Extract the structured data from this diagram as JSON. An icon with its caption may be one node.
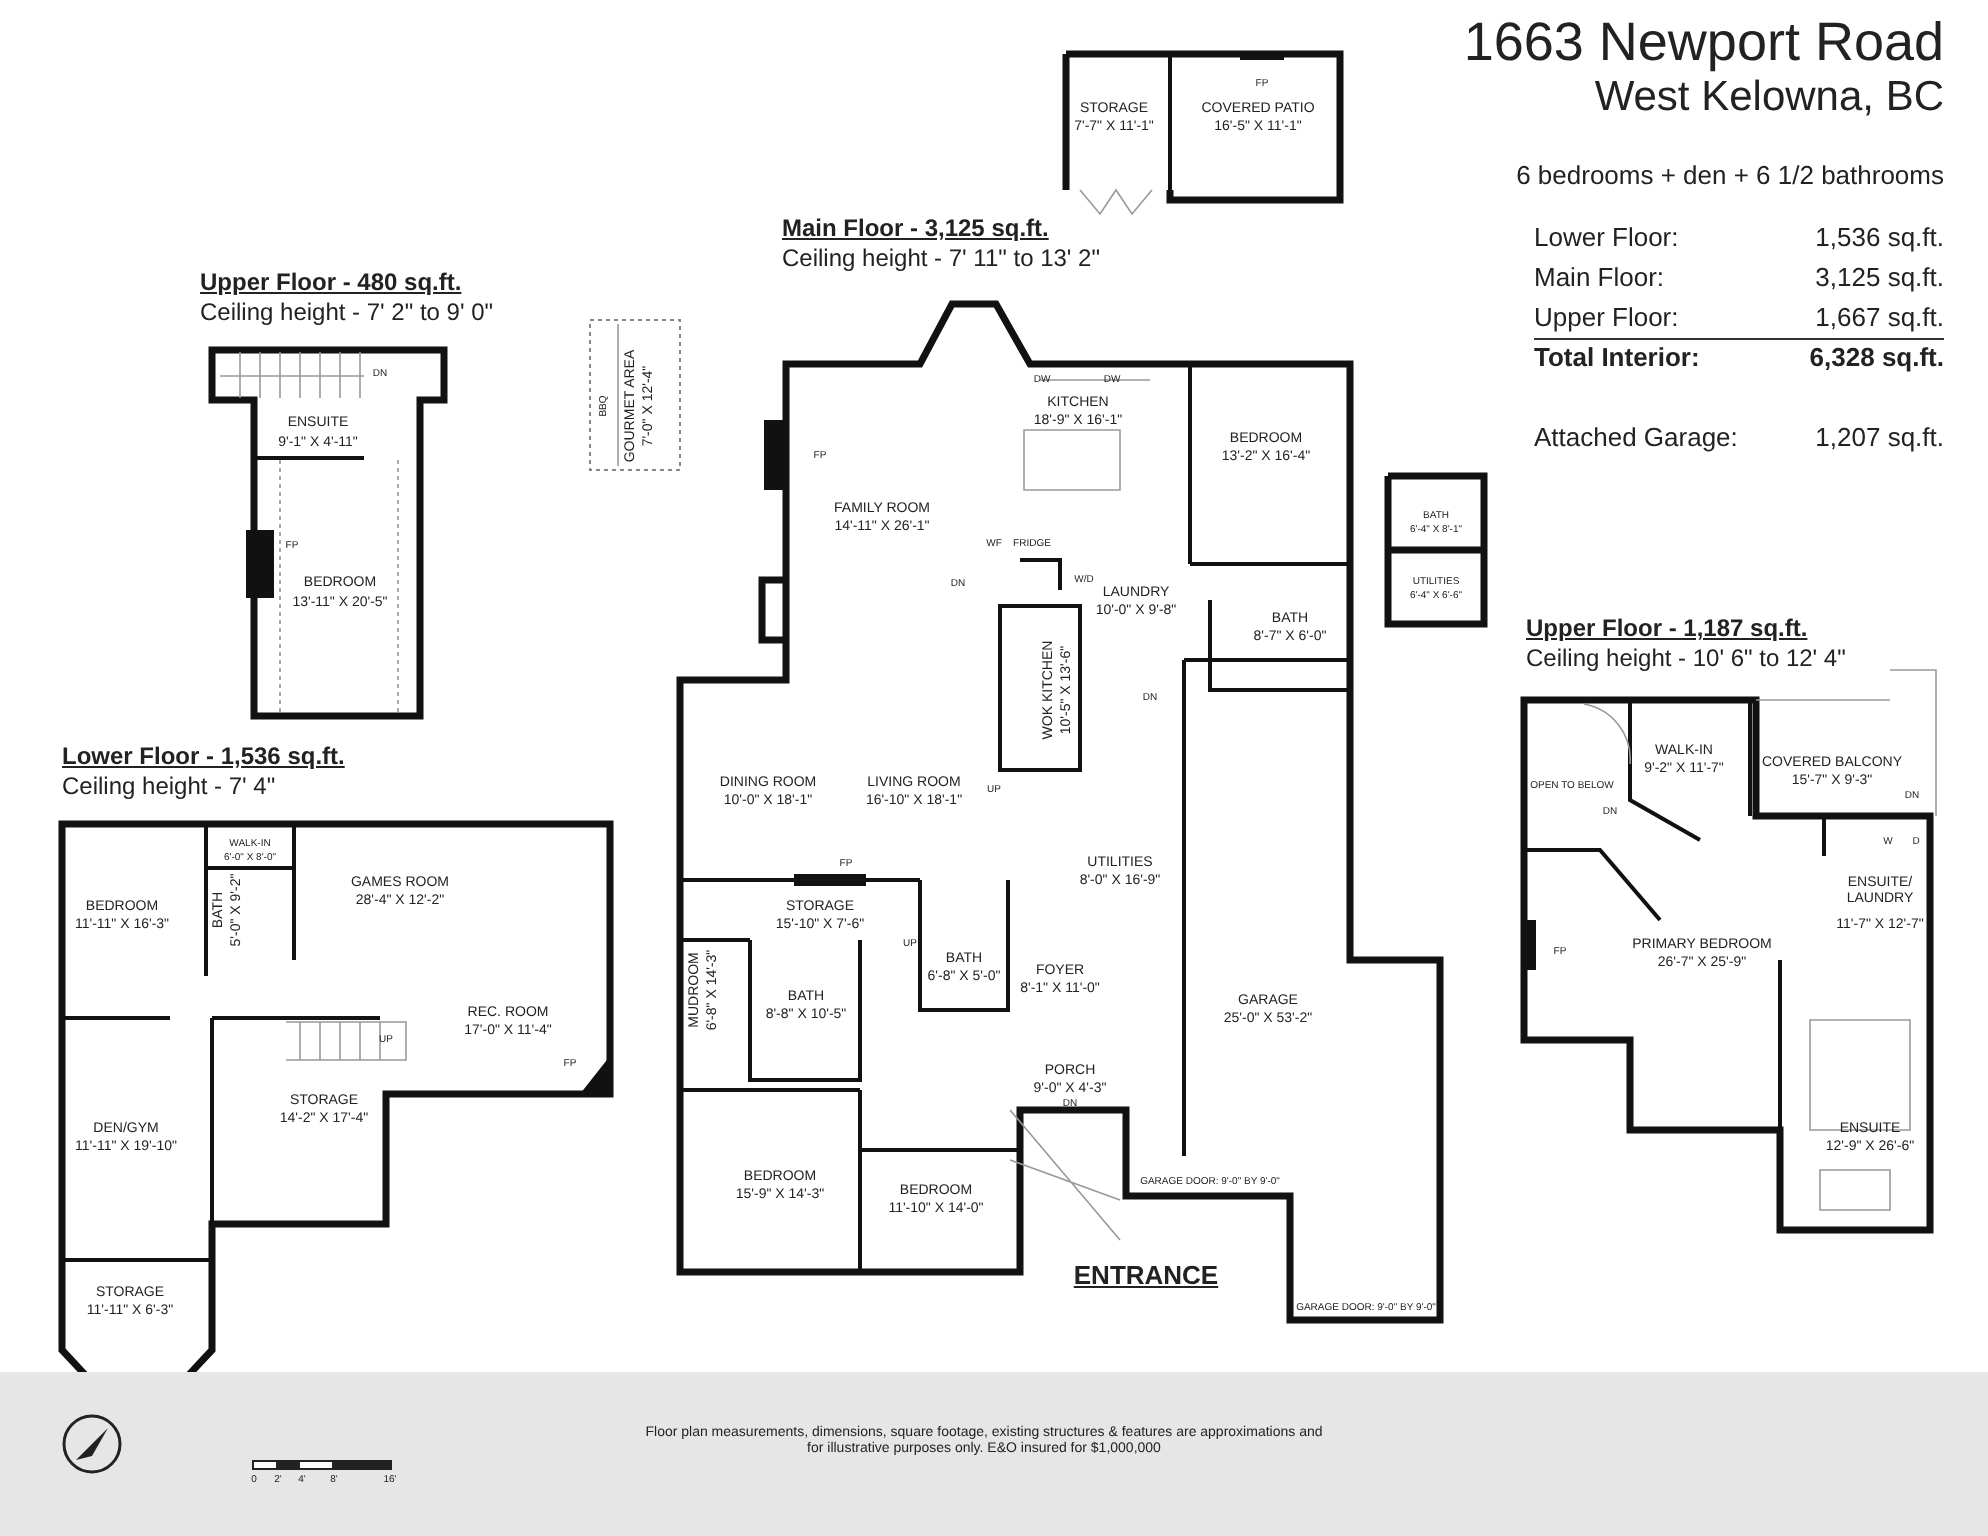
{
  "diagram": {
    "title": "1663 Newport Road",
    "labels": [
      "West Kelowna, BC",
      "6 bedrooms + den + 6 1/2 bathrooms",
      "Lower Floor:",
      "1,536 sq.ft.",
      "Main Floor:",
      "3,125 sq.ft.",
      "Upper Floor:",
      "1,667 sq.ft.",
      "Total Interior:",
      "6,328 sq.ft.",
      "Attached Garage:",
      "1,207 sq.ft.",
      "Upper Floor - 480 sq.ft.",
      "Ceiling height - 7' 2\" to 9' 0\"",
      "Main Floor - 3,125 sq.ft.",
      "Ceiling height - 7' 11\" to 13' 2\"",
      "Lower Floor - 1,536 sq.ft.",
      "Ceiling height - 7' 4\"",
      "Upper Floor - 1,187 sq.ft.",
      "Ceiling height - 10' 6\" to 12' 4\"",
      "DN",
      "ENSUITE",
      "9'-1\" X 4'-11\"",
      "FP",
      "BEDROOM",
      "13'-11\" X 20'-5\"",
      "BBQ",
      "GOURMET AREA",
      "7'-0\" X 12'-4\"",
      "FP",
      "STORAGE",
      "7'-7\" X 11'-1\"",
      "COVERED PATIO",
      "16'-5\" X 11'-1\"",
      "DW",
      "DW",
      "KITCHEN",
      "18'-9\" X 16'-1\"",
      "BEDROOM",
      "13'-2\" X 16'-4\"",
      "FP",
      "FAMILY ROOM",
      "14'-11\" X 26'-1\"",
      "WF",
      "FRIDGE",
      "DN",
      "W/D",
      "LAUNDRY",
      "10'-0\" X 9'-8\"",
      "BATH",
      "8'-7\" X 6'-0\"",
      "WOK KITCHEN",
      "10'-5\" X 13'-6\"",
      "DN",
      "BATH",
      "6'-4\" X 8'-1\"",
      "UTILITIES",
      "6'-4\" X 6'-6\"",
      "DINING ROOM",
      "10'-0\" X 18'-1\"",
      "LIVING ROOM",
      "16'-10\" X 18'-1\"",
      "UP",
      "UTILITIES",
      "8'-0\" X 16'-9\"",
      "FP",
      "STORAGE",
      "15'-10\" X 7'-6\"",
      "UP",
      "BATH",
      "6'-8\" X 5'-0\"",
      "FOYER",
      "8'-1\" X 11'-0\"",
      "MUDROOM",
      "6'-8\" X 14'-3\"",
      "BATH",
      "8'-8\" X 10'-5\"",
      "GARAGE",
      "25'-0\" X 53'-2\"",
      "PORCH",
      "9'-0\" X 4'-3\"",
      "DN",
      "BEDROOM",
      "15'-9\" X 14'-3\"",
      "BEDROOM",
      "11'-10\" X 14'-0\"",
      "GARAGE DOOR: 9'-0\" BY 9'-0\"",
      "ENTRANCE",
      "GARAGE DOOR: 9'-0\" BY 9'-0\"",
      "OPEN TO BELOW",
      "DN",
      "WALK-IN",
      "9'-2\" X 11'-7\"",
      "COVERED BALCONY",
      "15'-7\" X 9'-3\"",
      "DN",
      "W",
      "D",
      "ENSUITE/ LAUNDRY",
      "11'-7\" X 12'-7\"",
      "FP",
      "PRIMARY BEDROOM",
      "26'-7\" X 25'-9\"",
      "ENSUITE",
      "12'-9\" X 26'-6\"",
      "WALK-IN",
      "6'-0\" X 8'-0\"",
      "BEDROOM",
      "11'-11\" X 16'-3\"",
      "BATH",
      "5'-0\" X 9'-2\"",
      "GAMES ROOM",
      "28'-4\" X 12'-2\"",
      "REC. ROOM",
      "17'-0\" X 11'-4\"",
      "UP",
      "FP",
      "STORAGE",
      "14'-2\" X 17'-4\"",
      "DEN/GYM",
      "11'-11\" X 19'-10\"",
      "STORAGE",
      "11'-11\" X 6'-3\"",
      "0",
      "2'",
      "4'",
      "8'",
      "16'",
      "Floor plan measurements, dimensions, square footage, existing structures & features are approximations and for illustrative purposes only. E&O insured for $1,000,000"
    ]
  }
}
